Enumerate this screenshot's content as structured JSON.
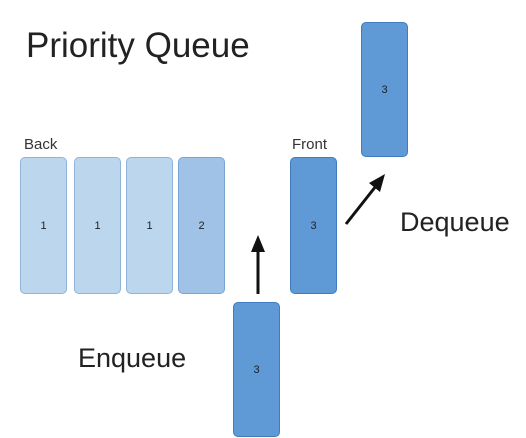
{
  "title": "Priority Queue",
  "labels": {
    "back": "Back",
    "front": "Front",
    "enqueue": "Enqueue",
    "dequeue": "Dequeue"
  },
  "queue": {
    "items": [
      {
        "priority": "1"
      },
      {
        "priority": "1"
      },
      {
        "priority": "1"
      },
      {
        "priority": "2"
      },
      {
        "priority": "3"
      }
    ]
  },
  "incoming": {
    "priority": "3"
  },
  "outgoing": {
    "priority": "3"
  },
  "colors": {
    "low": "#bcd6ee",
    "mid": "#9fc2e6",
    "high": "#5f9ad6"
  }
}
